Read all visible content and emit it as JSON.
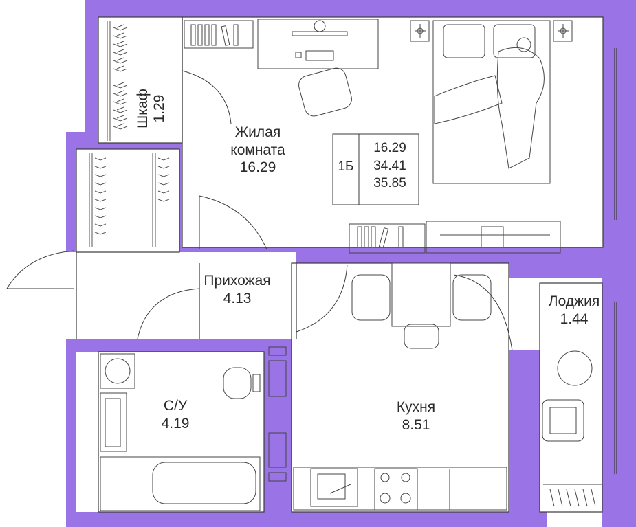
{
  "colors": {
    "wall": "#9a73e6",
    "line": "#3a3a3a",
    "floor": "#ffffff",
    "text": "#2b2b2b"
  },
  "summary": {
    "type": "1Б",
    "living_area": "16.29",
    "total_area": "34.41",
    "total_with_balcony": "35.85"
  },
  "rooms": {
    "closet": {
      "name": "Шкаф",
      "area": "1.29"
    },
    "living": {
      "name_line1": "Жилая",
      "name_line2": "комната",
      "area": "16.29"
    },
    "hallway": {
      "name": "Прихожая",
      "area": "4.13"
    },
    "bathroom": {
      "name": "С/У",
      "area": "4.19"
    },
    "kitchen": {
      "name": "Кухня",
      "area": "8.51"
    },
    "loggia": {
      "name": "Лоджия",
      "area": "1.44"
    }
  },
  "icons": [
    "bed-icon",
    "desk-icon",
    "monitor-icon",
    "chair-icon",
    "tv-stand-icon",
    "dining-table-icon",
    "toilet-icon",
    "sink-icon",
    "bathtub-icon",
    "washing-machine-icon",
    "kitchen-sink-icon",
    "stove-icon",
    "round-table-icon",
    "armchair-icon",
    "hangers-icon"
  ]
}
